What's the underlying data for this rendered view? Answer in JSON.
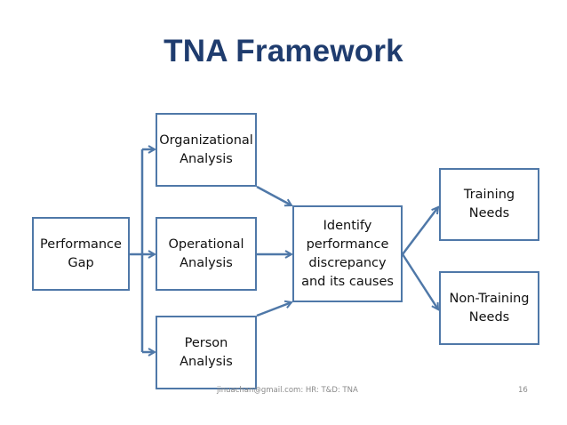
{
  "title": "TNA Framework",
  "boxes": {
    "performance_gap": "Performance\nGap",
    "organizational_analysis": "Organizational\nAnalysis",
    "operational_analysis": "Operational\nAnalysis",
    "person_analysis": "Person\nAnalysis",
    "identify_discrepancy": "Identify\nperformance\ndiscrepancy\nand its causes",
    "training_needs": "Training\nNeeds",
    "non_training_needs": "Non-Training\nNeeds"
  },
  "footer": {
    "text": "jinuachan@gmail.com:  HR: T&D: TNA",
    "page_number": "16"
  },
  "colors": {
    "title": "#1f3c6e",
    "box_border": "#4f78a8",
    "arrow": "#4f78a8",
    "footer_text": "#8a8a8a"
  }
}
